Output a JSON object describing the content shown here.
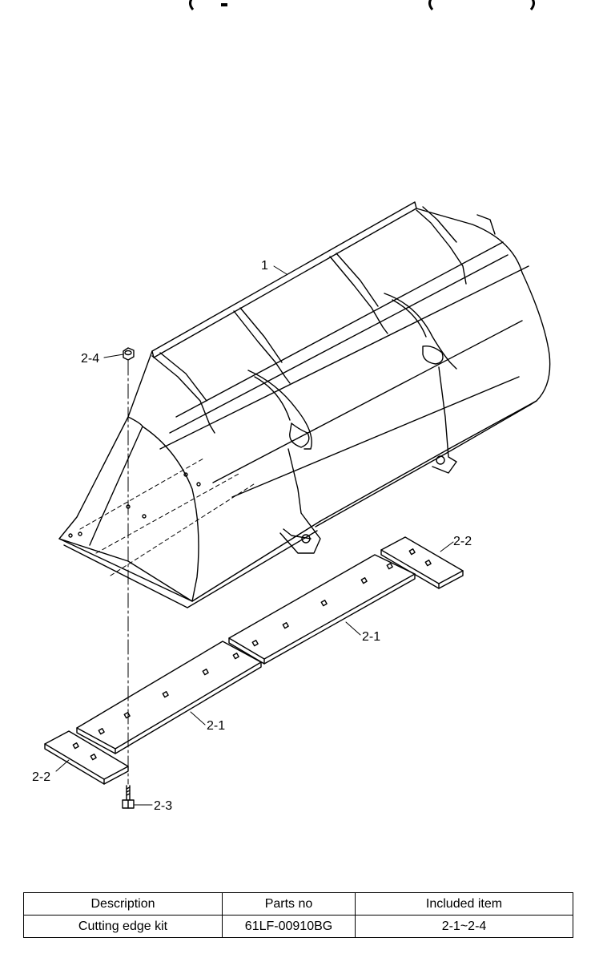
{
  "callouts": {
    "bucket": "1",
    "nut": "2-4",
    "edge_right_end": "2-2",
    "edge_right": "2-1",
    "edge_left": "2-1",
    "edge_left_end": "2-2",
    "bolt": "2-3"
  },
  "table": {
    "headers": [
      "Description",
      "Parts no",
      "Included item"
    ],
    "rows": [
      [
        "Cutting edge kit",
        "61LF-00910BG",
        "2-1~2-4"
      ]
    ]
  }
}
